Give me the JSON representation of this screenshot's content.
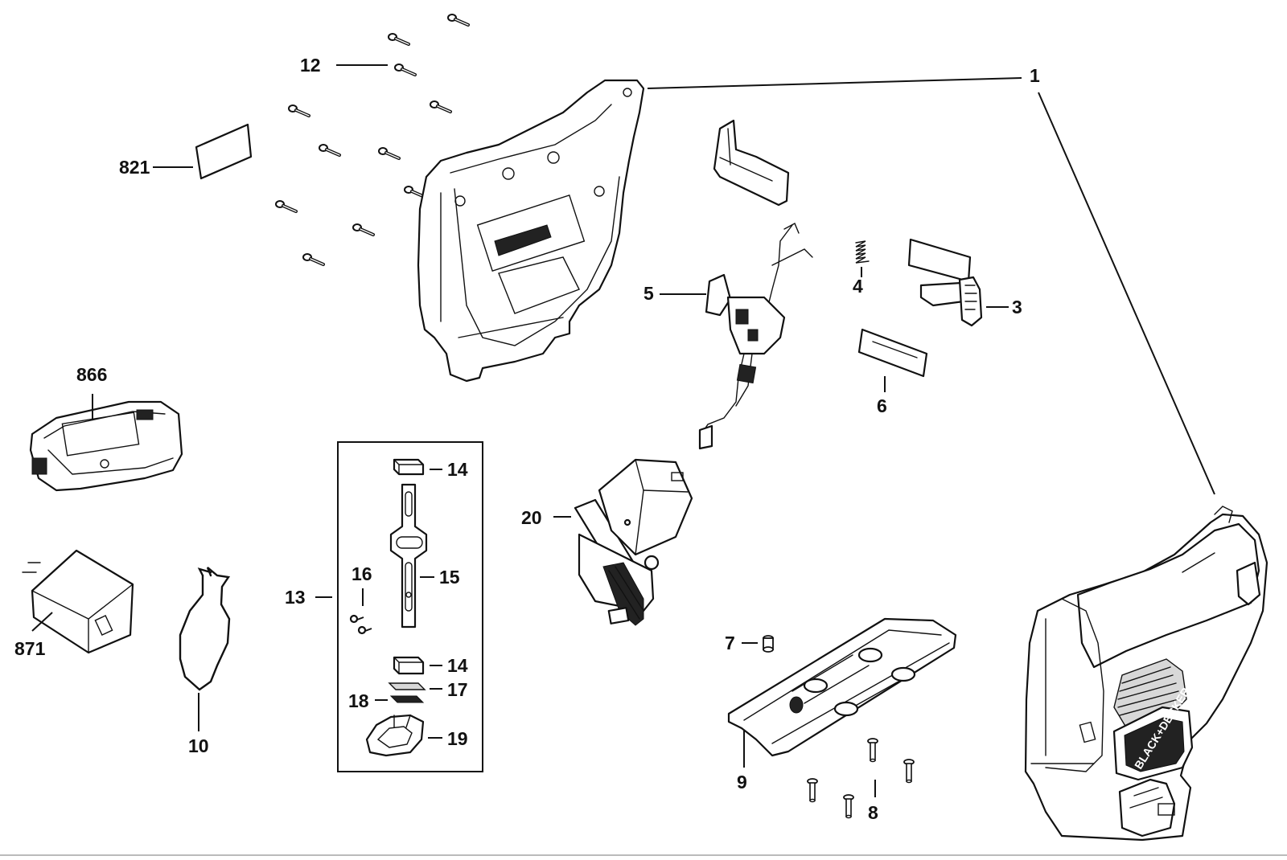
{
  "labels": {
    "p1": "1",
    "p3": "3",
    "p4": "4",
    "p5": "5",
    "p6": "6",
    "p7": "7",
    "p8": "8",
    "p9": "9",
    "p10": "10",
    "p12": "12",
    "p13": "13",
    "p14a": "14",
    "p14b": "14",
    "p15": "15",
    "p16": "16",
    "p17": "17",
    "p18": "18",
    "p19": "19",
    "p20": "20",
    "p821": "821",
    "p866": "866",
    "p871": "871"
  },
  "brand": "BLACK+DECKER"
}
